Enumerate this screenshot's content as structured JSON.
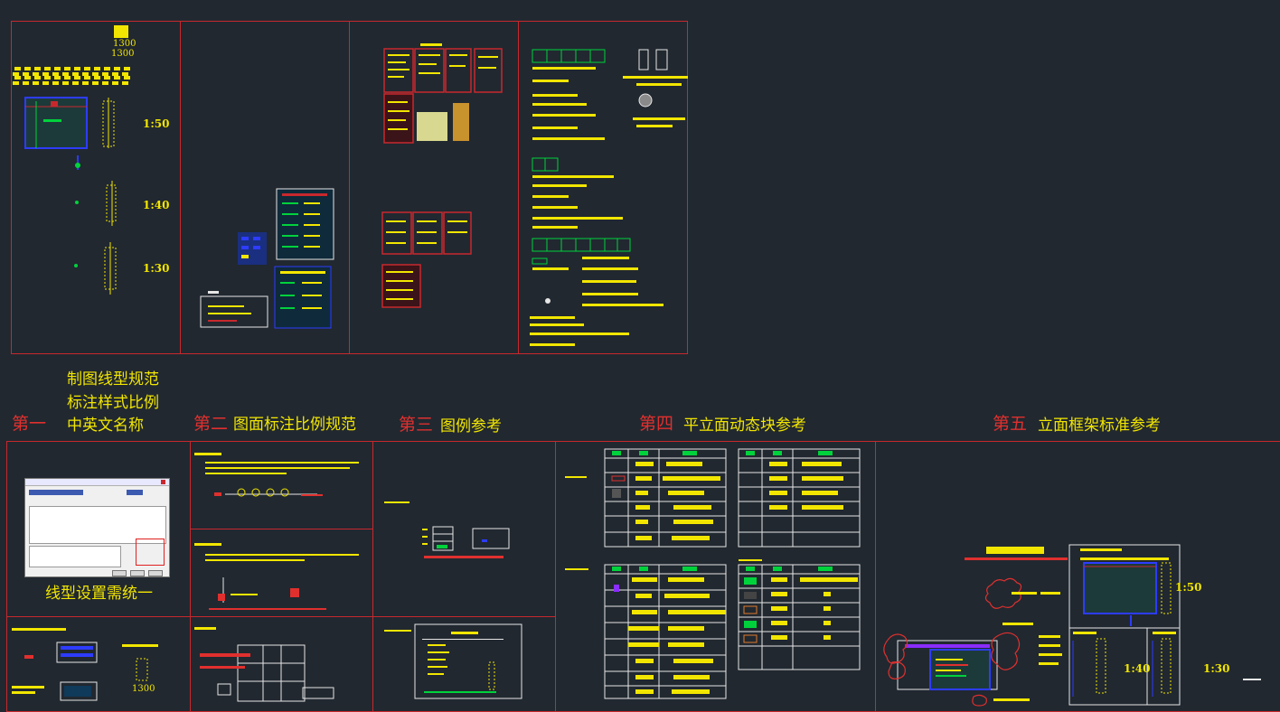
{
  "top_panel_scales": [
    "1:50",
    "1:40",
    "1:30"
  ],
  "top_dimension_labels": [
    "1300",
    "1300"
  ],
  "section_headings": [
    {
      "prefix": "第一",
      "lines": [
        "制图线型规范",
        "标注样式比例",
        "中英文名称"
      ]
    },
    {
      "prefix": "第二",
      "text": "图面标注比例规范"
    },
    {
      "prefix": "第三",
      "text": "图例参考"
    },
    {
      "prefix": "第四",
      "text": "平立面动态块参考"
    },
    {
      "prefix": "第五",
      "text": "立面框架标准参考"
    }
  ],
  "linetype_caption": "线型设置需统一",
  "bottom_scales": [
    "1:50",
    "1:40",
    "1:30"
  ],
  "bottom_dimension_labels": [
    "1300"
  ],
  "colors": {
    "background": "#212830",
    "frame_red": "#c8282d",
    "heading_red": "#e0302e",
    "yellow": "#f2e600",
    "green": "#00d23c",
    "blue": "#2d3cff",
    "white": "#e6e6e6"
  }
}
